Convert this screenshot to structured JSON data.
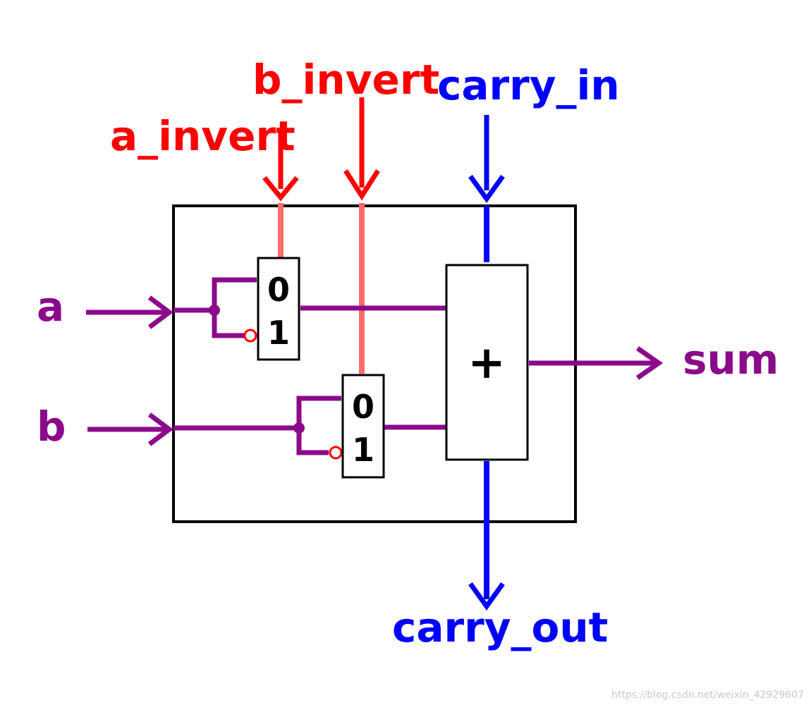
{
  "labels": {
    "b_invert": "b_invert",
    "carry_in": "carry_in",
    "a_invert": "a_invert",
    "a": "a",
    "b": "b",
    "sum": "sum",
    "carry_out": "carry_out"
  },
  "mux_a": {
    "top": "0",
    "bottom": "1"
  },
  "mux_b": {
    "top": "0",
    "bottom": "1"
  },
  "adder": {
    "symbol": "+"
  },
  "watermark": "https://blog.csdn.net/weixin_42929607",
  "colors": {
    "control": "#ff0000",
    "control_inner": "#ff6b6b",
    "carry": "#0000ff",
    "data": "#8b0a8b",
    "outline": "#000000",
    "inverter_bubble": "#ff0000"
  }
}
